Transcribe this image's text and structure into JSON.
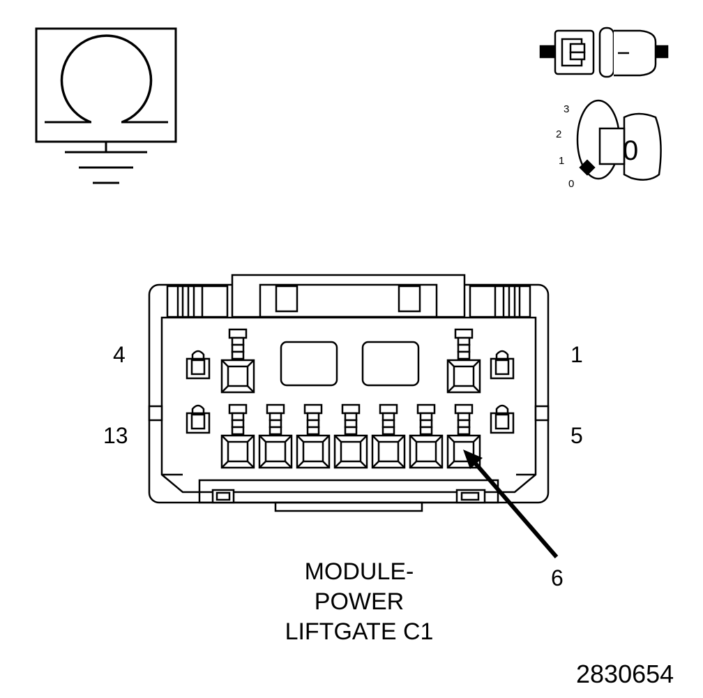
{
  "pin_labels": {
    "top_left": "4",
    "top_right": "1",
    "bottom_left": "13",
    "bottom_right": "5",
    "callout": "6"
  },
  "ignition_key": {
    "positions": [
      "3",
      "2",
      "1",
      "0"
    ],
    "key_label": "0"
  },
  "connector_name": {
    "line1": "MODULE-",
    "line2": "POWER",
    "line3": "LIFTGATE C1"
  },
  "figure_number": "2830654",
  "icons": [
    "ohmmeter-ground-icon",
    "disconnected-connector-icon",
    "ignition-off-icon"
  ]
}
